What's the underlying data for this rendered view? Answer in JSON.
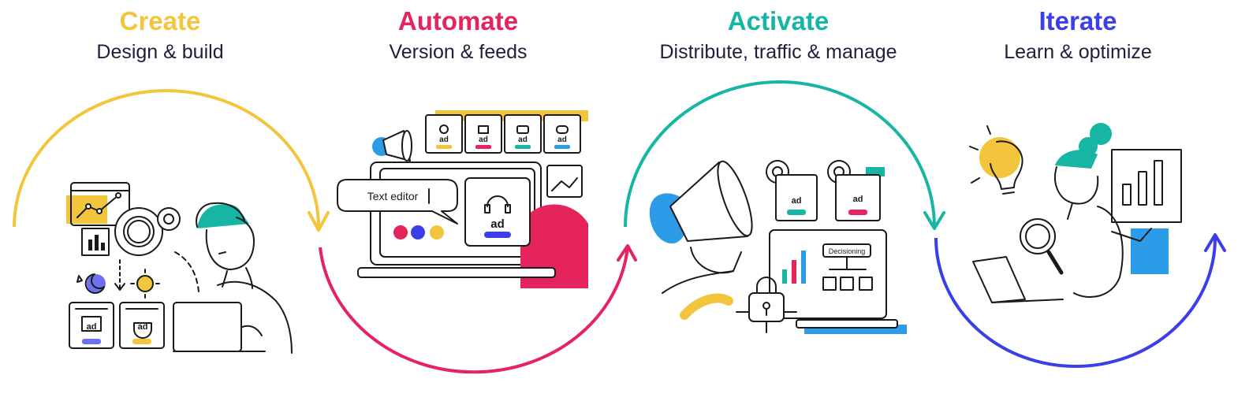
{
  "colors": {
    "create": "#F2C53D",
    "automate": "#E5245E",
    "activate": "#17B5A3",
    "iterate": "#3B3FE8",
    "ink": "#1A1A1A",
    "blue_accent": "#2D9CE8"
  },
  "stages": [
    {
      "title": "Create",
      "subtitle": "Design & build",
      "color_key": "create"
    },
    {
      "title": "Automate",
      "subtitle": "Version & feeds",
      "color_key": "automate"
    },
    {
      "title": "Activate",
      "subtitle": "Distribute, traffic & manage",
      "color_key": "activate"
    },
    {
      "title": "Iterate",
      "subtitle": "Learn & optimize",
      "color_key": "iterate"
    }
  ],
  "labels": {
    "ad": "ad",
    "text_editor": "Text editor",
    "decisioning": "Decisioning"
  },
  "icons": [
    "chart-icon",
    "gear-icon",
    "moon-icon",
    "sun-icon",
    "megaphone-icon",
    "image-icon",
    "headphones-icon",
    "lock-icon",
    "lightbulb-icon",
    "magnifier-icon",
    "laptop-icon",
    "bar-chart-icon"
  ]
}
